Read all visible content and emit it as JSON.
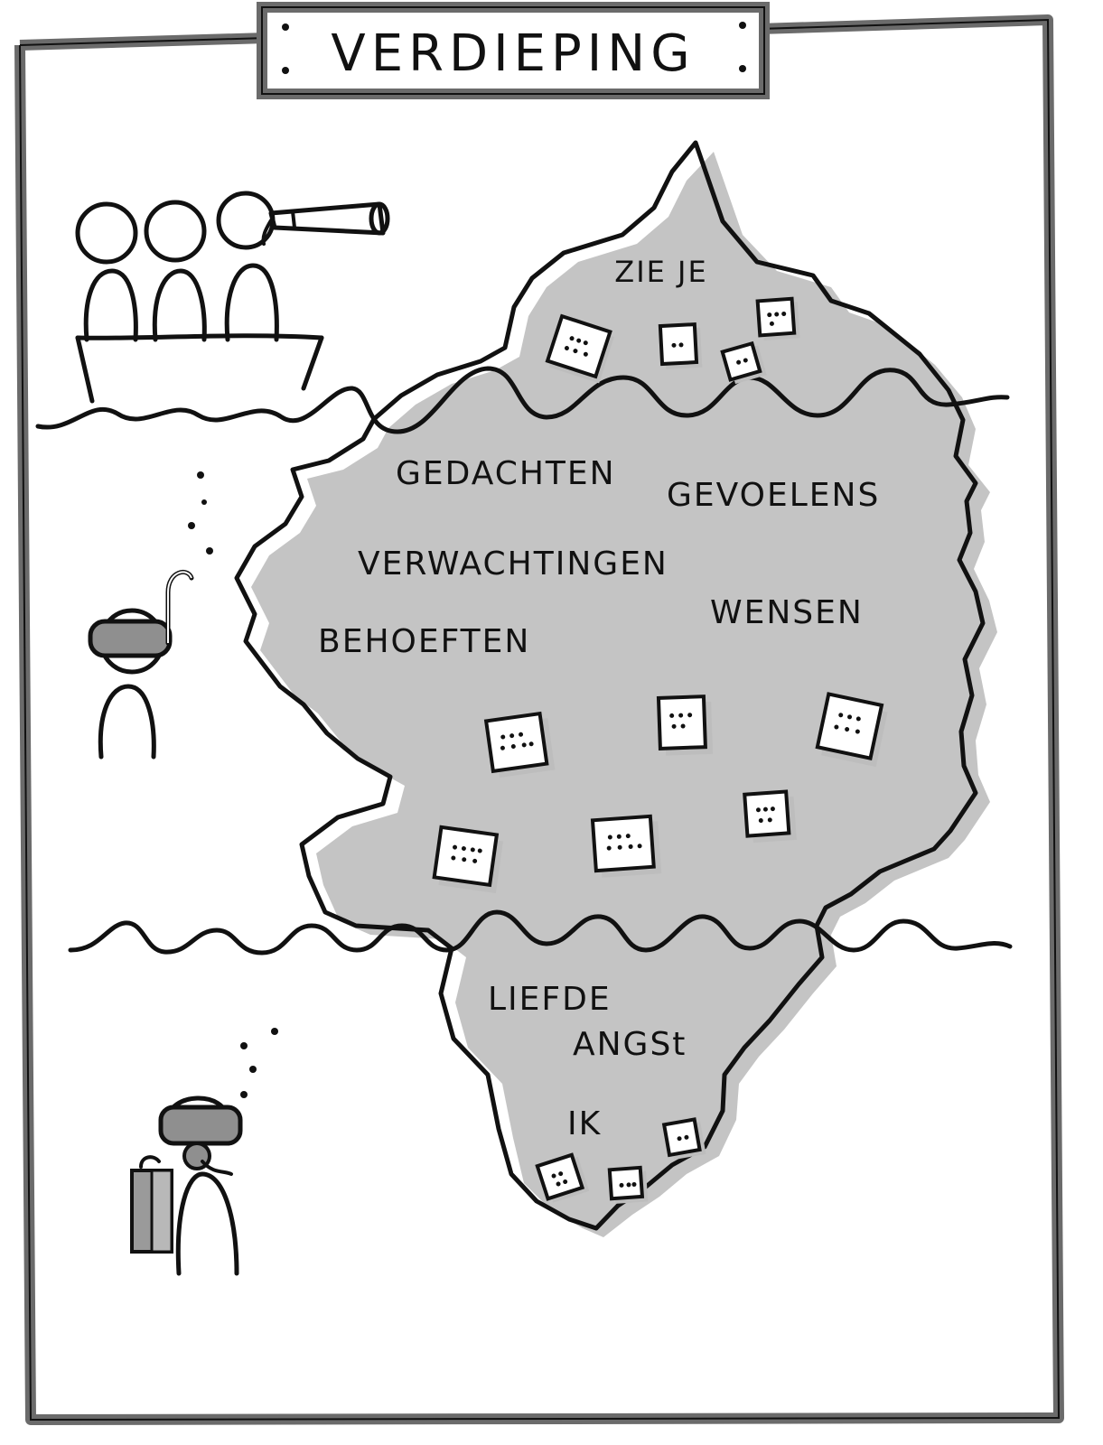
{
  "title": "VERDIEPING",
  "iceberg": {
    "tip_label": "ZIE JE",
    "middle_labels": {
      "gedachten": "GEDACHTEN",
      "gevoelens": "GEVOELENS",
      "verwachtingen": "VERWACHTINGEN",
      "wensen": "WENSEN",
      "behoeften": "BEHOEFTEN"
    },
    "deep_labels": {
      "liefde": "LIEFDE",
      "angst": "ANGSt",
      "ik": "IK"
    }
  },
  "colors": {
    "ink": "#111111",
    "shadow": "#c4c4c4",
    "frame": "#6b6b6b",
    "background": "#ffffff"
  },
  "icons": [
    "boat-with-people-icon",
    "telescope-icon",
    "snorkeler-icon",
    "scuba-diver-icon",
    "sticky-note-icon"
  ]
}
